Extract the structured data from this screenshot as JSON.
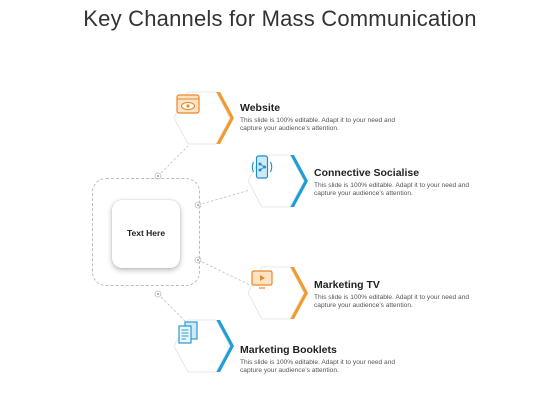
{
  "title": "Key Channels for Mass Communication",
  "center": {
    "label": "Text Here"
  },
  "colors": {
    "orange": "#F29A2E",
    "blue": "#1E9ED9"
  },
  "items": [
    {
      "title": "Website",
      "desc_line1": "This slide is 100% editable. Adapt it to your need and",
      "desc_line2": "capture your audience’s attention.",
      "icon": "website-icon",
      "accent": "orange"
    },
    {
      "title": "Connective Socialise",
      "desc_line1": "This slide is 100% editable. Adapt it to your need and",
      "desc_line2": "capture your audience’s attention.",
      "icon": "mobile-share-icon",
      "accent": "blue"
    },
    {
      "title": "Marketing TV",
      "desc_line1": "This slide is 100% editable. Adapt it to your need and",
      "desc_line2": "capture your audience’s attention.",
      "icon": "tv-play-icon",
      "accent": "orange"
    },
    {
      "title": "Marketing Booklets",
      "desc_line1": "This slide is 100% editable. Adapt it to your need and",
      "desc_line2": "capture your audience’s attention.",
      "icon": "booklet-icon",
      "accent": "blue"
    }
  ]
}
